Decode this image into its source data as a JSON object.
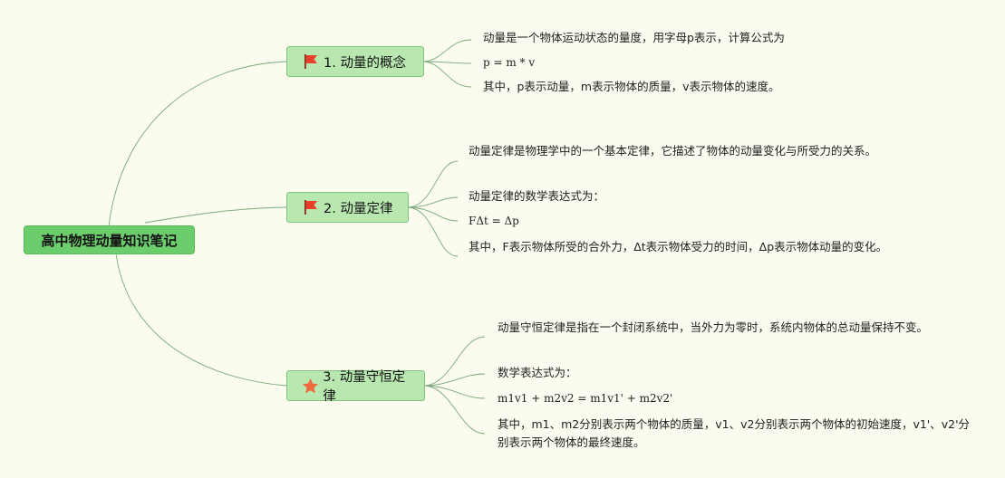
{
  "root": {
    "label": "高中物理动量知识笔记"
  },
  "branches": [
    {
      "label": "1. 动量的概念",
      "icon": "red-flag-icon",
      "notes": [
        "动量是一个物体运动状态的量度，用字母p表示，计算公式为",
        "p = m * v",
        "其中，p表示动量，m表示物体的质量，v表示物体的速度。"
      ]
    },
    {
      "label": "2. 动量定律",
      "icon": "red-flag-icon",
      "notes": [
        "动量定律是物理学中的一个基本定律，它描述了物体的动量变化与所受力的关系。",
        "动量定律的数学表达式为：",
        "FΔt = Δp",
        "其中，F表示物体所受的合外力，Δt表示物体受力的时间，Δp表示物体动量的变化。"
      ]
    },
    {
      "label": "3. 动量守恒定律",
      "icon": "orange-star-icon",
      "notes": [
        "动量守恒定律是指在一个封闭系统中，当外力为零时，系统内物体的总动量保持不变。",
        "数学表达式为：",
        "m1v1 + m2v2 = m1v1' + m2v2'",
        "其中，m1、m2分别表示两个物体的质量，v1、v2分别表示两个物体的初始速度，v1'、v2'分别表示两个物体的最终速度。"
      ]
    }
  ],
  "colors": {
    "background": "#fbfbef",
    "root_fill": "#6ccd6c",
    "branch_fill": "#b8e7b0",
    "connector": "#7aa97a",
    "flag": "#e8402a",
    "star": "#ee6a3c"
  }
}
